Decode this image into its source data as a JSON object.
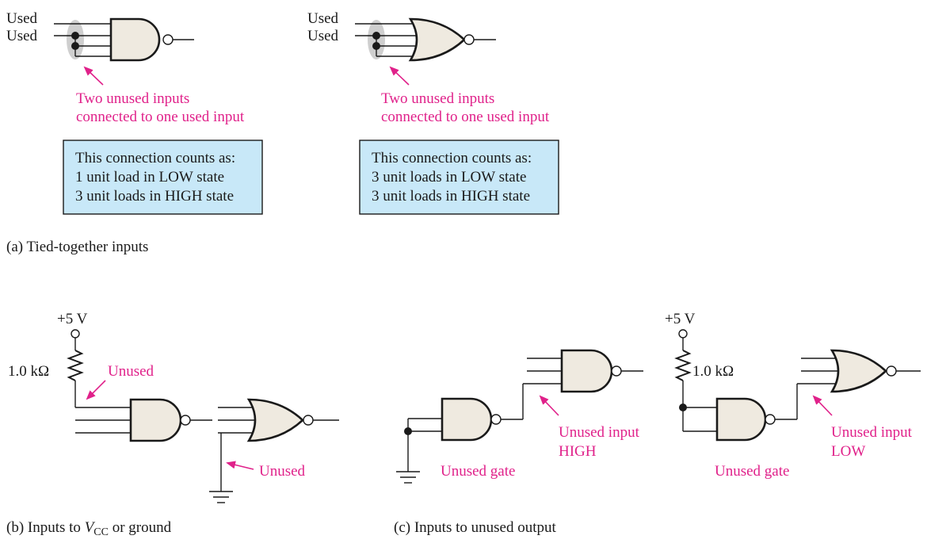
{
  "colors": {
    "annotation": "#e0218a",
    "gate_fill": "#efeae0",
    "note_box": "#c8e8f8",
    "tie_shade": "#cfcfcf",
    "ink": "#1a1a1a"
  },
  "panel_a": {
    "left": {
      "used_1": "Used",
      "used_2": "Used",
      "note_1": "Two unused inputs",
      "note_2": "connected to one used input",
      "box_1": "This connection counts as:",
      "box_2": "1 unit load in LOW state",
      "box_3": "3 unit loads in HIGH state"
    },
    "right": {
      "used_1": "Used",
      "used_2": "Used",
      "note_1": "Two unused inputs",
      "note_2": "connected to one used input",
      "box_1": "This connection counts as:",
      "box_2": "3 unit loads in LOW state",
      "box_3": "3 unit loads in HIGH state"
    },
    "caption": "(a) Tied-together inputs"
  },
  "panel_b": {
    "supply": "+5 V",
    "resistor": "1.0 kΩ",
    "unused_1": "Unused",
    "unused_2": "Unused",
    "caption_prefix": "(b) Inputs to ",
    "caption_var": "V",
    "caption_sub": "CC",
    "caption_suffix": " or ground"
  },
  "panel_c": {
    "left": {
      "unused_gate": "Unused gate",
      "input_1": "Unused input",
      "input_2": "HIGH"
    },
    "right": {
      "supply": "+5 V",
      "resistor": "1.0 kΩ",
      "unused_gate": "Unused gate",
      "input_1": "Unused input",
      "input_2": "LOW"
    },
    "caption": "(c) Inputs to unused output"
  }
}
